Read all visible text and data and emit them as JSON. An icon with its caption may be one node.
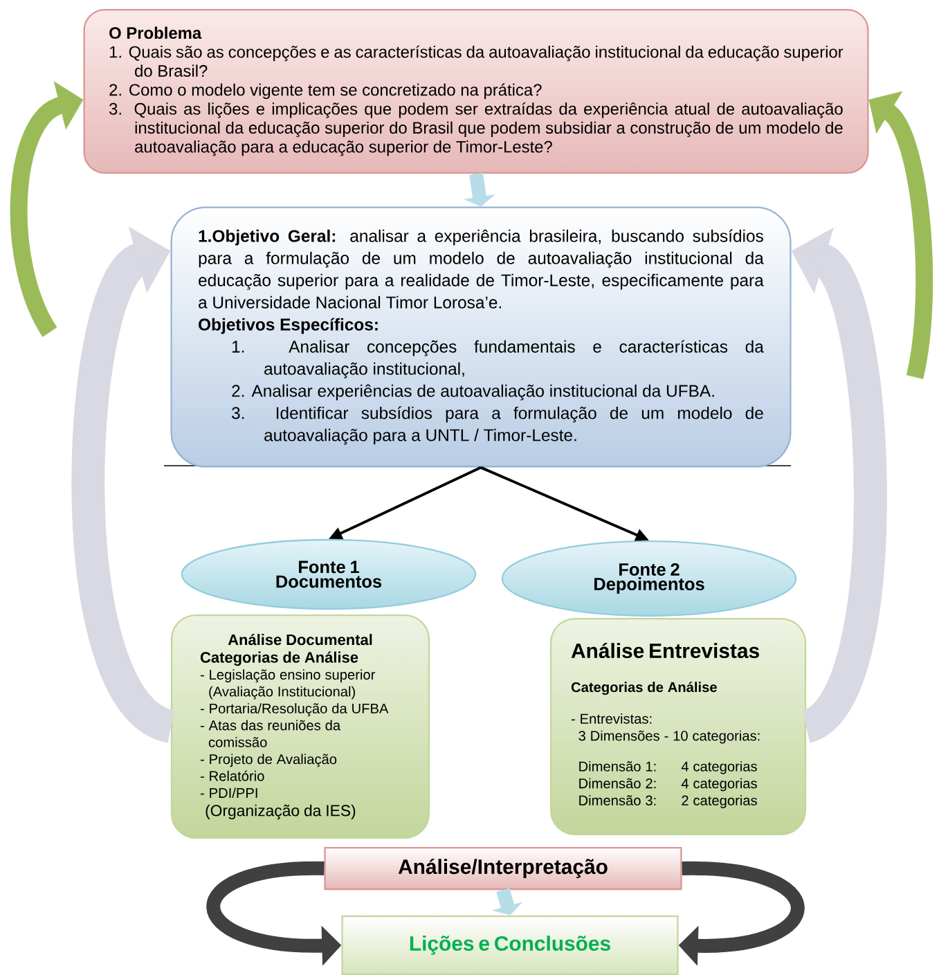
{
  "diagram": {
    "nodes": [
      {
        "text": [
          "O Problema",
          "1. Quais são as concepções e as características da autoavaliação institucional da educação superior do Brasil?",
          "2. Como o modelo vigente tem se concretizado na prática?",
          "3. Quais as lições e implicações que podem ser extraídas da experiência atual de autoavaliação institucional da educação superior do Brasil que podem subsidiar a construção de um modelo de autoavaliação para a educação superior de Timor-Leste?"
        ]
      },
      {
        "text": [
          "**1.Objetivo Geral:** analisar a experiência brasileira, buscando subsídios para a formulação de um modelo de autoavaliação institucional da educação superior para a realidade de Timor-Leste, especificamente para a Universidade Nacional Timor Lorosa’e.",
          "Objetivos Específicos:",
          "1. Analisar concepções fundamentais e características da autoavaliação institucional,",
          "2. Analisar experiências de autoavaliação institucional da UFBA.",
          "3. Identificar subsídios para a formulação de um modelo de autoavaliação para a UNTL / Timor-Leste."
        ]
      },
      {
        "text": [
          "Fonte 1",
          "Documentos"
        ]
      },
      {
        "text": [
          "Fonte 2",
          "Depoimentos"
        ]
      },
      {
        "text": [
          "Análise Documental",
          "Categorias de Análise",
          "- Legislação ensino superior (Avaliação Institucional)",
          "- Portaria/Resolução da UFBA",
          "- Atas das reuniões da comissão",
          "- Projeto de Avaliação",
          "- Relatório",
          "- PDI/PPI",
          "(Organização da IES)"
        ]
      },
      {
        "text": [
          "Análise Entrevistas",
          "Categorias de Análise",
          "- Entrevistas:",
          "3 Dimensões - 10 categorias:",
          "Dimensão 1:",
          "4 categorias",
          "Dimensão 2:",
          "4 categorias",
          "Dimensão 3:",
          "2 categorias"
        ]
      },
      {
        "text": [
          "Análise/Interpretação"
        ]
      },
      {
        "text": [
          "Lições e Conclusões"
        ]
      }
    ],
    "edges": [
      {
        "from": 0,
        "to": 1,
        "arrow": "to",
        "color": "#b7dde8"
      },
      {
        "from": 1,
        "to": 2,
        "arrow": "to",
        "color": "#000000"
      },
      {
        "from": 1,
        "to": 3,
        "arrow": "to",
        "color": "#000000"
      },
      {
        "from": 6,
        "to": 7,
        "arrow": "to",
        "color": "#b7dde8"
      },
      {
        "from": null,
        "to": 0,
        "arrow": "to",
        "color": "#9bbb59"
      },
      {
        "from": null,
        "to": 0,
        "arrow": "to",
        "color": "#9bbb59"
      },
      {
        "from": 4,
        "to": 1,
        "arrow": "to",
        "style": "thick",
        "color": "#d9d9e3"
      },
      {
        "from": 5,
        "to": 1,
        "arrow": "to",
        "style": "thick",
        "color": "#d9d9e3"
      },
      {
        "from": 6,
        "to": 7,
        "arrow": "to",
        "color": "#404040"
      },
      {
        "from": 6,
        "to": 7,
        "arrow": "to",
        "color": "#404040"
      }
    ]
  }
}
